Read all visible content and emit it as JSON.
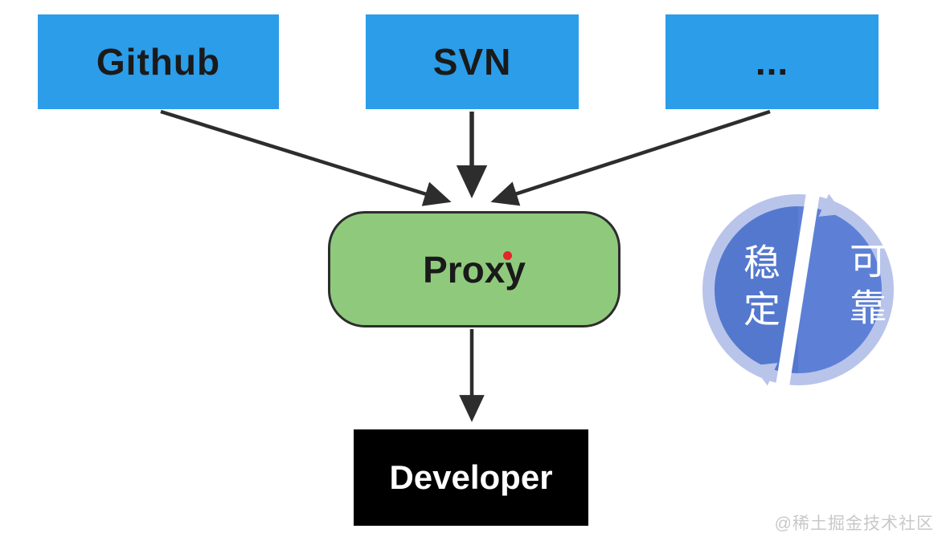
{
  "diagram": {
    "sources": [
      {
        "label": "Github"
      },
      {
        "label": "SVN"
      },
      {
        "label": "..."
      }
    ],
    "proxy": {
      "label": "Proxy"
    },
    "developer": {
      "label": "Developer"
    },
    "badge": {
      "left_label": "稳定",
      "right_label": "可靠"
    },
    "watermark": "@稀土掘金技术社区",
    "colors": {
      "source_fill": "#2b9de9",
      "source_text": "#1a1a1a",
      "proxy_fill": "#8fca7c",
      "proxy_border": "#2d2d2d",
      "developer_fill": "#000000",
      "developer_text": "#ffffff",
      "arrow": "#2d2d2d",
      "badge_blue_left": "#5478cd",
      "badge_blue_right": "#5d80d6",
      "badge_light_ring": "#b9c4ea",
      "red_dot": "#e82329",
      "watermark_gray": "#c8c8c8"
    }
  }
}
